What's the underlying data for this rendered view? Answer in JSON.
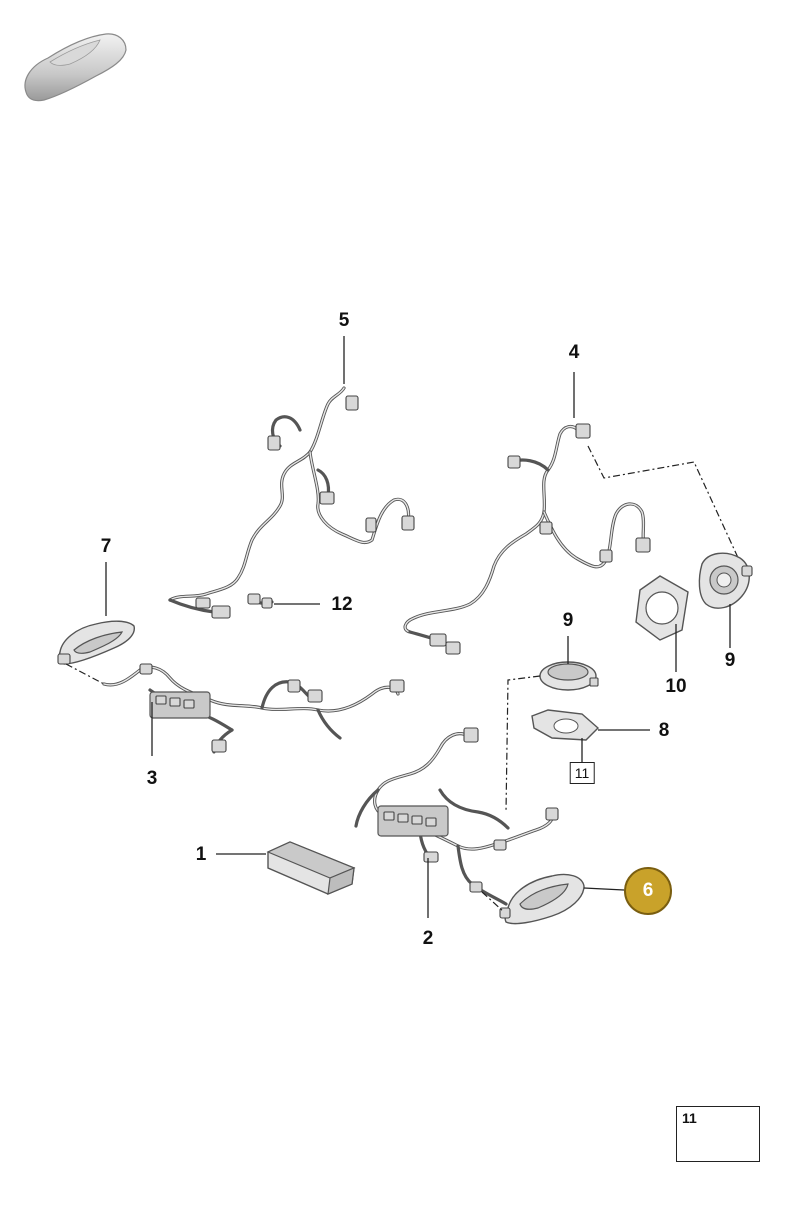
{
  "callouts": {
    "c1": "1",
    "c2": "2",
    "c3": "3",
    "c4": "4",
    "c5": "5",
    "c6": "6",
    "c7": "7",
    "c8": "8",
    "c9a": "9",
    "c9b": "9",
    "c10": "10",
    "c11_boxed": "11",
    "c12": "12"
  },
  "inset": {
    "number": "11"
  },
  "colors": {
    "highlight_fill": "#c9a22a",
    "highlight_text": "#ffffff",
    "part_fill": "#e4e4e4",
    "line": "#222222"
  },
  "icons": {
    "vehicle": "car-silhouette-icon"
  }
}
